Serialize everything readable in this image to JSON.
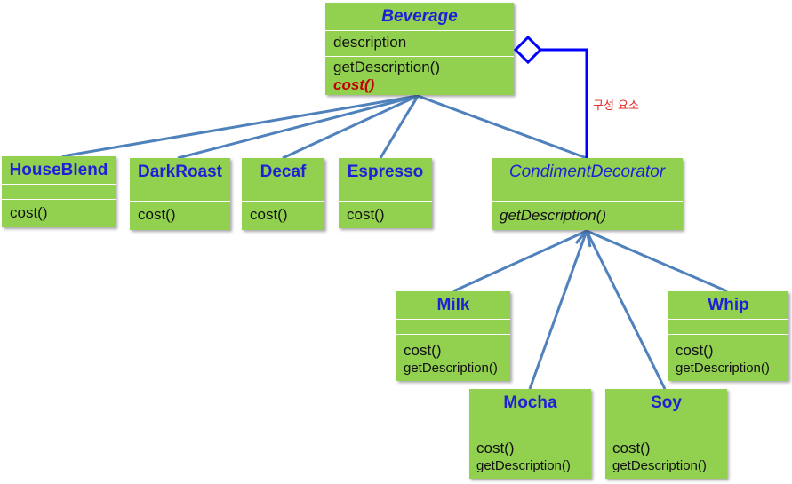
{
  "diagram": {
    "classes": {
      "beverage": {
        "name": "Beverage",
        "attributes": [
          "description"
        ],
        "methods": [
          "getDescription()",
          "cost()"
        ]
      },
      "house_blend": {
        "name": "HouseBlend",
        "methods": [
          "cost()"
        ]
      },
      "dark_roast": {
        "name": "DarkRoast",
        "methods": [
          "cost()"
        ]
      },
      "decaf": {
        "name": "Decaf",
        "methods": [
          "cost()"
        ]
      },
      "espresso": {
        "name": "Espresso",
        "methods": [
          "cost()"
        ]
      },
      "condiment_decorator": {
        "name": "CondimentDecorator",
        "methods": [
          "getDescription()"
        ]
      },
      "milk": {
        "name": "Milk",
        "methods": [
          "cost()",
          "getDescription()"
        ]
      },
      "whip": {
        "name": "Whip",
        "methods": [
          "cost()",
          "getDescription()"
        ]
      },
      "mocha": {
        "name": "Mocha",
        "methods": [
          "cost()",
          "getDescription()"
        ]
      },
      "soy": {
        "name": "Soy",
        "methods": [
          "cost()",
          "getDescription()"
        ]
      }
    },
    "composition_label": "구성 요소",
    "colors": {
      "box_fill": "#92d050",
      "class_name": "#1f1fd8",
      "abstract_method": "#c00000",
      "inheritance_arrow": "#4f81bd",
      "composition_line": "#0000ff",
      "label": "#e0201c"
    }
  }
}
